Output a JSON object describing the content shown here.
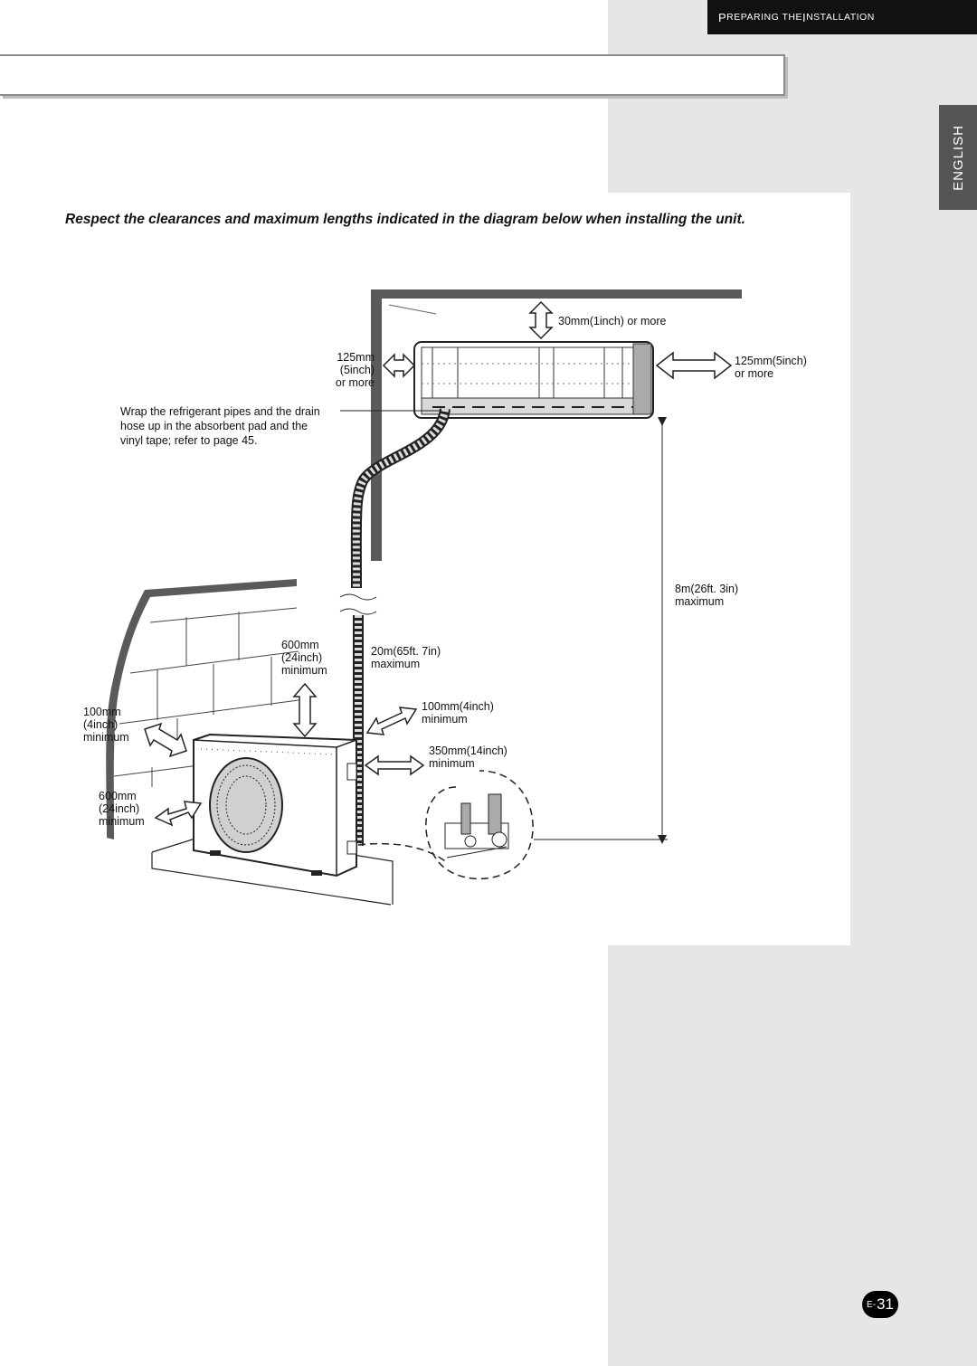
{
  "header": {
    "section_title_cap1": "P",
    "section_title_rest1": "REPARING THE ",
    "section_title_cap2": "I",
    "section_title_rest2": "NSTALLATION"
  },
  "language_tab": "ENGLISH",
  "intro_text": "Respect the clearances and maximum lengths indicated in the diagram below when installing the unit.",
  "diagram": {
    "top_clearance": "30mm(1inch) or more",
    "left_clearance": [
      "125mm",
      "(5inch)",
      "or more"
    ],
    "right_clearance": [
      "125mm(5inch)",
      "or more"
    ],
    "wrap_note": [
      "Wrap the refrigerant pipes and the drain",
      "hose up in the absorbent pad and the",
      "vinyl tape; refer to page 45."
    ],
    "height_max": [
      "8m(26ft. 3in)",
      "maximum"
    ],
    "pipe_length_max": [
      "20m(65ft. 7in)",
      "maximum"
    ],
    "outdoor_top_clearance": [
      "600mm",
      "(24inch)",
      "minimum"
    ],
    "outdoor_back_clearance": [
      "100mm",
      "(4inch)",
      "minimum"
    ],
    "outdoor_front_clearance": [
      "600mm",
      "(24inch)",
      "minimum"
    ],
    "outdoor_right_clearance_1": [
      "100mm(4inch)",
      "minimum"
    ],
    "outdoor_right_clearance_2": [
      "350mm(14inch)",
      "minimum"
    ]
  },
  "page_number_prefix": "E-",
  "page_number": "31"
}
